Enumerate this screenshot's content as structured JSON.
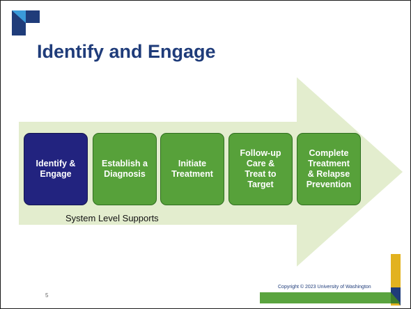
{
  "slide": {
    "title": "Identify and Engage",
    "steps": [
      {
        "label": "Identify &\nEngage",
        "active": true
      },
      {
        "label": "Establish a\nDiagnosis",
        "active": false
      },
      {
        "label": "Initiate\nTreatment",
        "active": false
      },
      {
        "label": "Follow-up\nCare &\nTreat to\nTarget",
        "active": false
      },
      {
        "label": "Complete\nTreatment\n& Relapse\nPrevention",
        "active": false
      }
    ],
    "supports_label": "System Level Supports",
    "slide_number": "5",
    "copyright": "Copyright © 2023 University of Washington"
  },
  "colors": {
    "title": "#1f3c7a",
    "step_active": "#22237f",
    "step": "#57a13a",
    "arrow_fill": "#e3edce",
    "logo_dark": "#1f3c7a",
    "logo_light": "#3a9ad9",
    "footer_green": "#5aa43f",
    "footer_gold": "#e2b21f"
  },
  "icons": {
    "logo": "corner-logo-icon"
  }
}
